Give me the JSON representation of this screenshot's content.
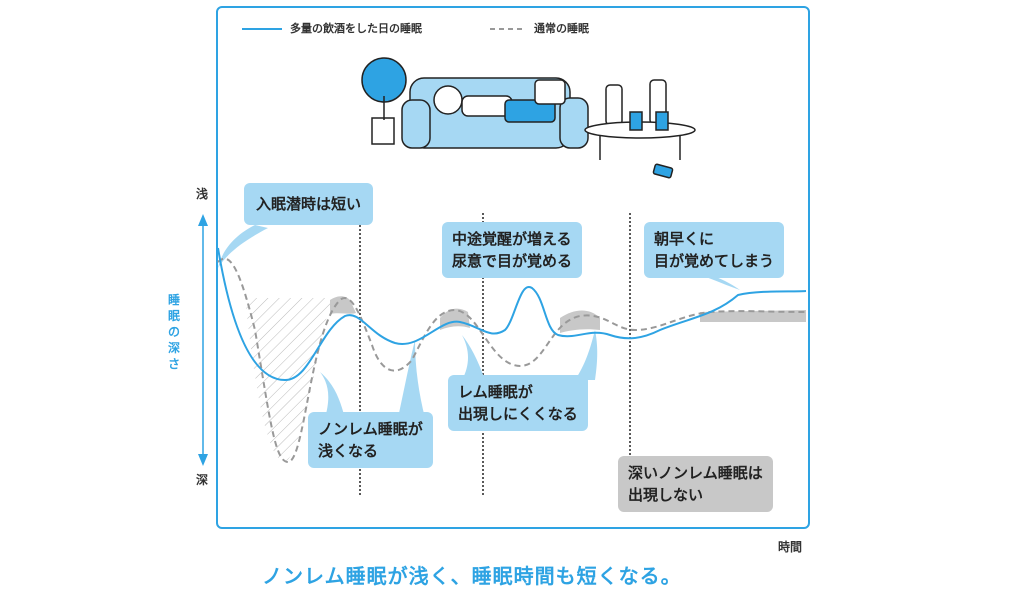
{
  "legend": {
    "heavy_drinking": "多量の飲酒をした日の睡眠",
    "normal": "通常の睡眠"
  },
  "axis": {
    "top": "浅",
    "bottom": "深",
    "y_label": "睡眠の深さ",
    "x_label": "時間"
  },
  "bubbles": {
    "sleep_onset": "入眠潜時は短い",
    "nonrem_shallow": "ノンレム睡眠が\n浅くなる",
    "awakening": "中途覚醒が増える\n尿意で目が覚める",
    "rem": "レム睡眠が\n出現しにくくなる",
    "early": "朝早くに\n目が覚めてしまう",
    "deep_nonrem": "深いノンレム睡眠は\n出現しない"
  },
  "caption": "ノンレム睡眠が浅く、睡眠時間も短くなる。",
  "colors": {
    "accent": "#2ea3e3",
    "bubble": "#a6d8f3",
    "gray": "#c8c8c8",
    "dashed": "#999999"
  }
}
